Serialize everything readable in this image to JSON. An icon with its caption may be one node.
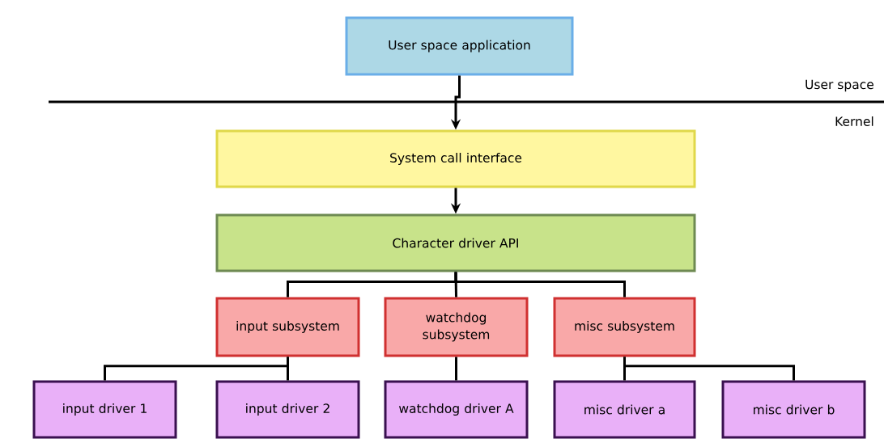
{
  "diagram": {
    "nodes": [
      {
        "text": [
          "User space application"
        ]
      },
      {
        "text": [
          "System call interface"
        ]
      },
      {
        "text": [
          "Character driver API"
        ]
      },
      {
        "text": [
          "input subsystem"
        ]
      },
      {
        "text": [
          "watchdog subsystem"
        ]
      },
      {
        "text": [
          "misc subsystem"
        ]
      },
      {
        "text": [
          "input driver 1"
        ]
      },
      {
        "text": [
          "input driver 2"
        ]
      },
      {
        "text": [
          "watchdog driver A"
        ]
      },
      {
        "text": [
          "misc driver a"
        ]
      },
      {
        "text": [
          "misc driver b"
        ]
      }
    ],
    "edges": [
      {
        "from": 0,
        "to": 1,
        "arrow": "to"
      },
      {
        "from": 1,
        "to": 2,
        "arrow": "to"
      },
      {
        "from": 2,
        "to": 3,
        "arrow": "none"
      },
      {
        "from": 2,
        "to": 4,
        "arrow": "none"
      },
      {
        "from": 2,
        "to": 5,
        "arrow": "none"
      },
      {
        "from": 3,
        "to": 6,
        "arrow": "none"
      },
      {
        "from": 3,
        "to": 7,
        "arrow": "none"
      },
      {
        "from": 4,
        "to": 8,
        "arrow": "none"
      },
      {
        "from": 5,
        "to": 9,
        "arrow": "none"
      },
      {
        "from": 5,
        "to": 10,
        "arrow": "none"
      }
    ],
    "labels": [
      "User space",
      "Kernel"
    ]
  }
}
